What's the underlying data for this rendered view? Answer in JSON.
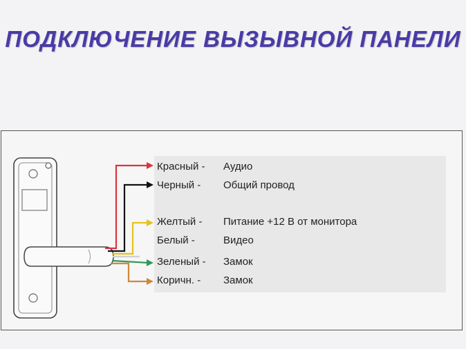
{
  "title": "ПОДКЛЮЧЕНИЕ ВЫЗЫВНОЙ ПАНЕЛИ",
  "colors": {
    "title": "#4a3aa8",
    "red": "#d9343d",
    "black": "#111111",
    "yellow": "#e5c21a",
    "white": "#cfcfcf",
    "green": "#2e9a5a",
    "brown": "#d0873a"
  },
  "wires": [
    {
      "color_label": "Красный -",
      "function": "Аудио",
      "wire_color": "red"
    },
    {
      "color_label": "Черный -",
      "function": "Общий провод",
      "wire_color": "black"
    },
    {
      "color_label": "Желтый -",
      "function": "Питание +12 В от монитора",
      "wire_color": "yellow"
    },
    {
      "color_label": "Белый -",
      "function": "Видео",
      "wire_color": "white"
    },
    {
      "color_label": "Зеленый -",
      "function": "Замок",
      "wire_color": "green"
    },
    {
      "color_label": "Коричн. -",
      "function": "Замок",
      "wire_color": "brown"
    }
  ]
}
